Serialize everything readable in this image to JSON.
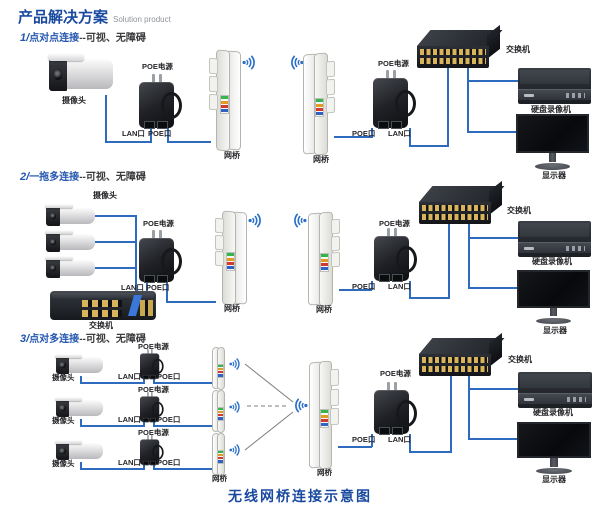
{
  "header": {
    "title": "产品解决方案",
    "subtitle": "Solution product"
  },
  "sections": [
    {
      "num": "1/",
      "name": "点对点连接",
      "desc": "--可视、无障碍"
    },
    {
      "num": "2/",
      "name": "一拖多连接",
      "desc": "--可视、无障碍"
    },
    {
      "num": "3/",
      "name": "点对多连接",
      "desc": "--可视、无障碍"
    }
  ],
  "labels": {
    "camera": "摄像头",
    "poe_power": "POE电源",
    "lan_port": "LAN口",
    "poe_port": "POE口",
    "bridge": "网桥",
    "switch": "交换机",
    "dvr": "硬盘录像机",
    "monitor": "显示器"
  },
  "footer": {
    "title": "无线网桥连接示意图"
  },
  "colors": {
    "title_blue": "#1a4aa0",
    "section_blue": "#2456b0",
    "line_blue": "#2e6bbf",
    "wifi_blue": "#2a6fc9"
  }
}
